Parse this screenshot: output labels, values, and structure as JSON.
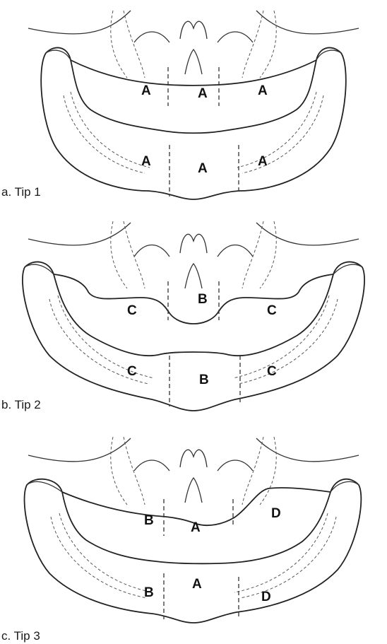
{
  "panels": [
    {
      "caption": "a. Tip 1",
      "labels": {
        "upper_left": "A",
        "upper_mid": "A",
        "upper_right": "A",
        "lower_left": "A",
        "lower_mid": "A",
        "lower_right": "A"
      }
    },
    {
      "caption": "b. Tip 2",
      "labels": {
        "upper_left": "C",
        "upper_mid": "B",
        "upper_right": "C",
        "lower_left": "C",
        "lower_mid": "B",
        "lower_right": "C"
      }
    },
    {
      "caption": "c. Tip 3",
      "labels": {
        "upper_left": "B",
        "upper_mid": "A",
        "upper_right": "D",
        "lower_left": "B",
        "lower_mid": "A",
        "lower_right": "D"
      }
    }
  ]
}
